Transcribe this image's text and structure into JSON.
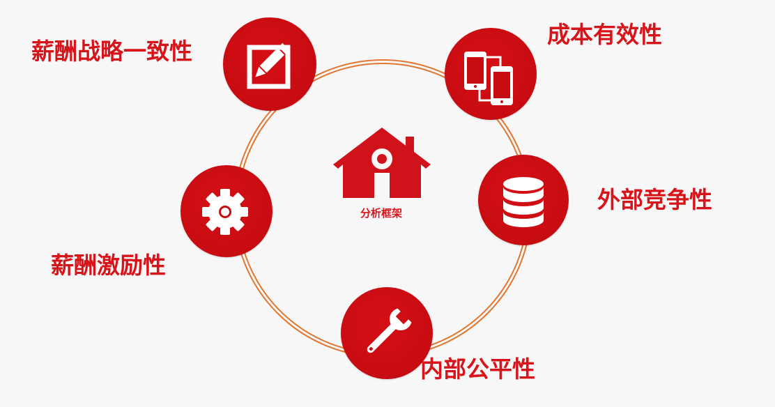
{
  "diagram": {
    "center": {
      "label": "分析框架",
      "icon": "house-icon"
    },
    "colors": {
      "accent": "#c70c12",
      "label": "#d8141b",
      "ring": "#e0762f",
      "background": "#f7f7f7"
    },
    "nodes": [
      {
        "id": "strategy",
        "label": "薪酬战略一致性",
        "icon": "edit-pencil-icon"
      },
      {
        "id": "cost",
        "label": "成本有效性",
        "icon": "mobile-devices-icon"
      },
      {
        "id": "external",
        "label": "外部竞争性",
        "icon": "database-icon"
      },
      {
        "id": "internal",
        "label": "内部公平性",
        "icon": "wrench-icon"
      },
      {
        "id": "incentive",
        "label": "薪酬激励性",
        "icon": "gear-icon"
      }
    ]
  }
}
